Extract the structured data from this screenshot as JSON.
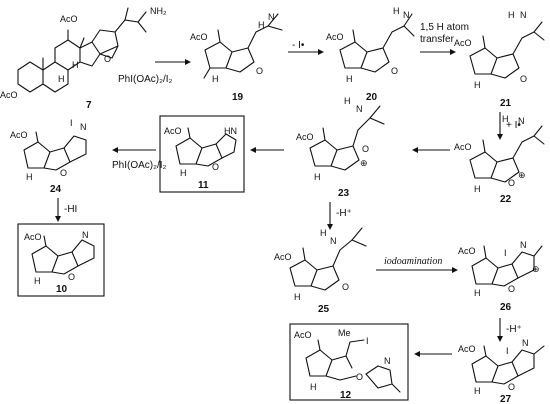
{
  "compounds": {
    "c7": "7",
    "c19": "19",
    "c20": "20",
    "c21": "21",
    "c22": "22",
    "c23": "23",
    "c11": "11",
    "c24": "24",
    "c10": "10",
    "c25": "25",
    "c26": "26",
    "c27": "27",
    "c12": "12"
  },
  "conditions": {
    "reagent_1": "PhI(OAc)₂/I₂",
    "minus_i": "- I•",
    "hat_line1": "1,5 H atom",
    "hat_line2": "transfer",
    "plus_i": "+ I•",
    "minus_h_1": "-H⁺",
    "iodoamination": "iodoamination",
    "minus_h_2": "-H⁺",
    "reagent_2": "PhI(OAc)₂/I₂",
    "minus_hi": "-HI"
  },
  "atoms": {
    "aco": "AcO",
    "nh2": "NH₂",
    "n": "N",
    "h": "H",
    "o": "O",
    "i": "I",
    "hn": "HN",
    "me": "Me",
    "plus": "⊕"
  }
}
